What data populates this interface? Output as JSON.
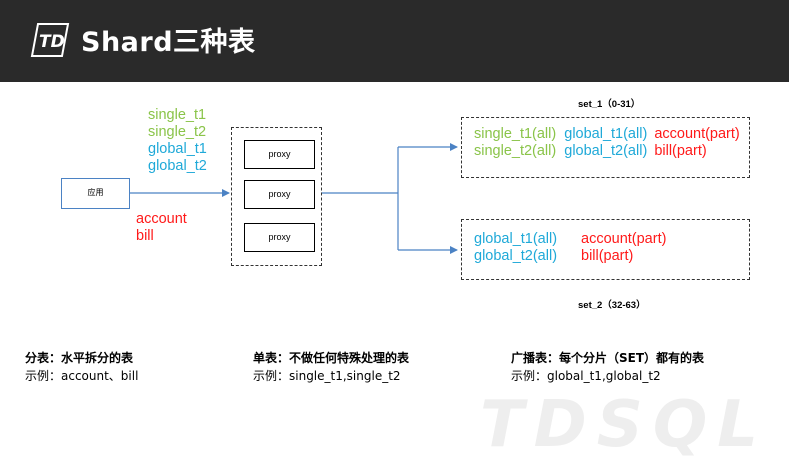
{
  "header": {
    "title": "Shard三种表",
    "logo_text": "TD"
  },
  "app_box": {
    "label": "应用"
  },
  "left_tables": {
    "green": [
      "single_t1",
      "single_t2"
    ],
    "blue": [
      "global_t1",
      "global_t2"
    ],
    "red": [
      "account",
      "bill"
    ]
  },
  "proxies": [
    "proxy",
    "proxy",
    "proxy"
  ],
  "set1": {
    "label": "set_1（0-31）",
    "rows": [
      {
        "green": "single_t1(all)",
        "blue": "global_t1(all)",
        "red": "account(part)"
      },
      {
        "green": "single_t2(all)",
        "blue": "global_t2(all)",
        "red": "bill(part)"
      }
    ]
  },
  "set2": {
    "label": "set_2（32-63）",
    "rows": [
      {
        "blue": "global_t1(all)",
        "red": "account(part)"
      },
      {
        "blue": "global_t2(all)",
        "red": "bill(part)"
      }
    ]
  },
  "notes": [
    {
      "heading": "分表：水平拆分的表",
      "body": "示例：account、bill"
    },
    {
      "heading": "单表：不做任何特殊处理的表",
      "body": "示例：single_t1,single_t2"
    },
    {
      "heading": "广播表：每个分片（SET）都有的表",
      "body": "示例：global_t1,global_t2"
    }
  ],
  "watermark": "TDSQL",
  "colors": {
    "green": "#8ac449",
    "blue": "#1fa9d8",
    "red": "#ff1a1a",
    "header_bg": "#2a2a2a",
    "arrow": "#4b82c4"
  }
}
